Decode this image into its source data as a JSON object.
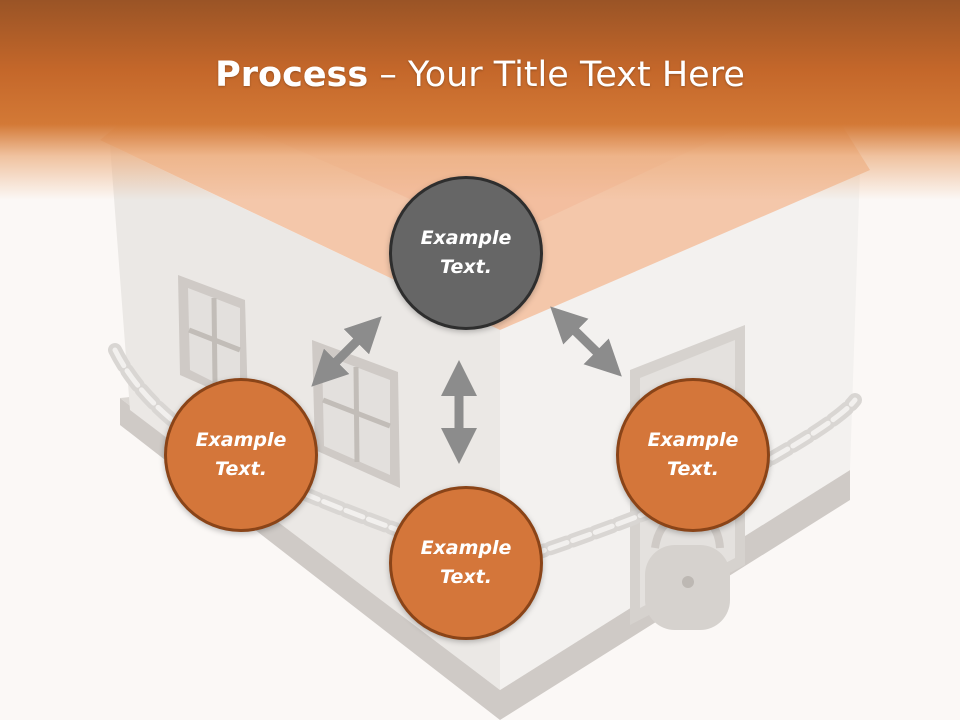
{
  "title": {
    "bold": "Process",
    "rest": " – Your Title Text Here"
  },
  "colors": {
    "header": "#c96d2d",
    "node_orange": "#d4763a",
    "node_orange_border": "#8a4418",
    "node_gray": "#666666",
    "node_gray_border": "#2e2e2e",
    "arrow": "#8c8c8c"
  },
  "nodes": {
    "top": {
      "line1": "Example",
      "line2": "Text."
    },
    "left": {
      "line1": "Example",
      "line2": "Text."
    },
    "bottom": {
      "line1": "Example",
      "line2": "Text."
    },
    "right": {
      "line1": "Example",
      "line2": "Text."
    }
  }
}
